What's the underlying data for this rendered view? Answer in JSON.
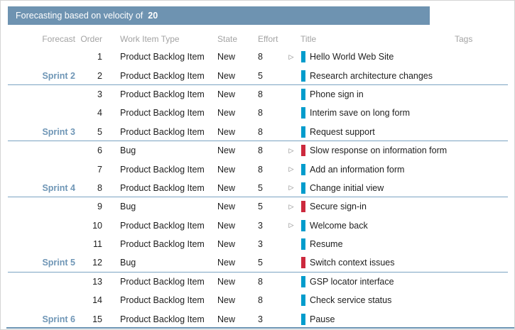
{
  "banner": {
    "label": "Forecasting based on velocity of",
    "velocity": "20"
  },
  "columns": {
    "forecast": "Forecast",
    "order": "Order",
    "type": "Work Item Type",
    "state": "State",
    "effort": "Effort",
    "title": "Title",
    "tags": "Tags"
  },
  "icons": {
    "expand": "▷"
  },
  "colors": {
    "header_bar": "#6e93b1",
    "sprint_label": "#6f96b6",
    "divider": "#7ba3c2",
    "divider_strong": "#6a93b3",
    "pbi_bar": "#009ccc",
    "bug_bar": "#cc293d"
  },
  "table": {
    "rows": [
      {
        "sprint": "",
        "order": "1",
        "type": "Product Backlog Item",
        "state": "New",
        "effort": "8",
        "title": "Hello World Web Site",
        "kind": "pbi",
        "expandable": true,
        "divider_after": false,
        "tags": ""
      },
      {
        "sprint": "Sprint 2",
        "order": "2",
        "type": "Product Backlog Item",
        "state": "New",
        "effort": "5",
        "title": "Research architecture changes",
        "kind": "pbi",
        "expandable": false,
        "divider_after": true,
        "tags": ""
      },
      {
        "sprint": "",
        "order": "3",
        "type": "Product Backlog Item",
        "state": "New",
        "effort": "8",
        "title": "Phone sign in",
        "kind": "pbi",
        "expandable": false,
        "divider_after": false,
        "tags": ""
      },
      {
        "sprint": "",
        "order": "4",
        "type": "Product Backlog Item",
        "state": "New",
        "effort": "8",
        "title": "Interim save on long form",
        "kind": "pbi",
        "expandable": false,
        "divider_after": false,
        "tags": ""
      },
      {
        "sprint": "Sprint 3",
        "order": "5",
        "type": "Product Backlog Item",
        "state": "New",
        "effort": "8",
        "title": "Request support",
        "kind": "pbi",
        "expandable": false,
        "divider_after": true,
        "tags": ""
      },
      {
        "sprint": "",
        "order": "6",
        "type": "Bug",
        "state": "New",
        "effort": "8",
        "title": "Slow response on information form",
        "kind": "bug",
        "expandable": true,
        "divider_after": false,
        "tags": ""
      },
      {
        "sprint": "",
        "order": "7",
        "type": "Product Backlog Item",
        "state": "New",
        "effort": "8",
        "title": "Add an information form",
        "kind": "pbi",
        "expandable": true,
        "divider_after": false,
        "tags": ""
      },
      {
        "sprint": "Sprint 4",
        "order": "8",
        "type": "Product Backlog Item",
        "state": "New",
        "effort": "5",
        "title": "Change initial view",
        "kind": "pbi",
        "expandable": true,
        "divider_after": true,
        "tags": ""
      },
      {
        "sprint": "",
        "order": "9",
        "type": "Bug",
        "state": "New",
        "effort": "5",
        "title": "Secure sign-in",
        "kind": "bug",
        "expandable": true,
        "divider_after": false,
        "tags": ""
      },
      {
        "sprint": "",
        "order": "10",
        "type": "Product Backlog Item",
        "state": "New",
        "effort": "3",
        "title": "Welcome back",
        "kind": "pbi",
        "expandable": true,
        "divider_after": false,
        "tags": ""
      },
      {
        "sprint": "",
        "order": "11",
        "type": "Product Backlog Item",
        "state": "New",
        "effort": "3",
        "title": "Resume",
        "kind": "pbi",
        "expandable": false,
        "divider_after": false,
        "tags": ""
      },
      {
        "sprint": "Sprint 5",
        "order": "12",
        "type": "Bug",
        "state": "New",
        "effort": "5",
        "title": "Switch context issues",
        "kind": "bug",
        "expandable": false,
        "divider_after": true,
        "tags": ""
      },
      {
        "sprint": "",
        "order": "13",
        "type": "Product Backlog Item",
        "state": "New",
        "effort": "8",
        "title": "GSP locator interface",
        "kind": "pbi",
        "expandable": false,
        "divider_after": false,
        "tags": ""
      },
      {
        "sprint": "",
        "order": "14",
        "type": "Product Backlog Item",
        "state": "New",
        "effort": "8",
        "title": "Check service status",
        "kind": "pbi",
        "expandable": false,
        "divider_after": false,
        "tags": ""
      },
      {
        "sprint": "Sprint 6",
        "order": "15",
        "type": "Product Backlog Item",
        "state": "New",
        "effort": "3",
        "title": "Pause",
        "kind": "pbi",
        "expandable": false,
        "divider_after": true,
        "tags": ""
      }
    ]
  }
}
